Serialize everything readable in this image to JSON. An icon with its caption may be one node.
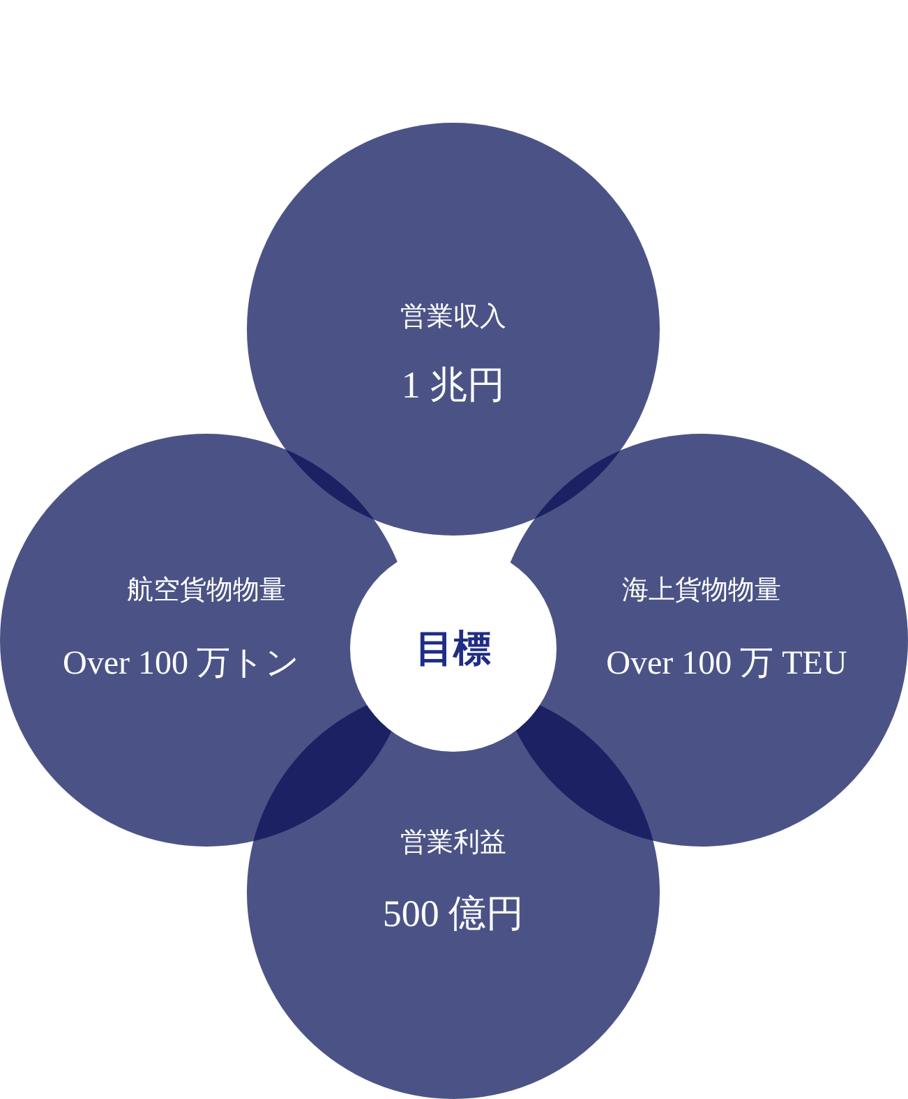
{
  "diagram": {
    "nodes": [
      {
        "text": [
          "営業収入",
          "1 兆円"
        ]
      },
      {
        "text": [
          "航空貨物物量",
          "Over 100 万トン"
        ]
      },
      {
        "text": [
          "目標"
        ]
      },
      {
        "text": [
          "海上貨物物量",
          "Over 100 万 TEU"
        ]
      },
      {
        "text": [
          "営業利益",
          "500 億円"
        ]
      }
    ]
  }
}
